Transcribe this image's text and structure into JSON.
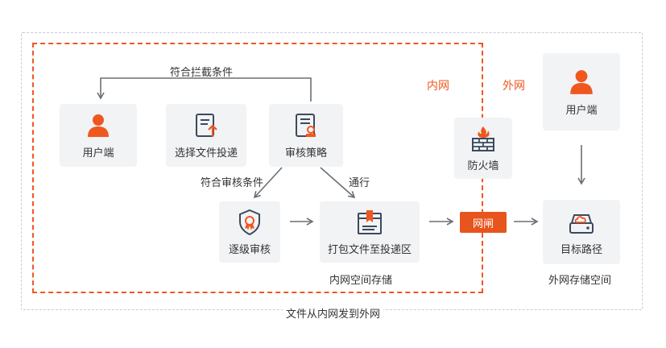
{
  "nodes": {
    "user_inner": "用户端",
    "select_file": "选择文件投递",
    "audit_policy": "审核策略",
    "firewall": "防火墙",
    "user_outer": "用户端",
    "level_audit": "逐级审核",
    "package_file": "打包文件至投递区",
    "target_path": "目标路径"
  },
  "edges": {
    "intercept_label": "符合拦截条件",
    "audit_label": "符合审核条件",
    "pass_label": "通行"
  },
  "zones": {
    "intranet": "内网",
    "extranet": "外网",
    "intranet_storage": "内网空间存储",
    "extranet_storage": "外网存储空间"
  },
  "gateway_label": "网闸",
  "caption": "文件从内网发到外网",
  "colors": {
    "accent": "#f0571f",
    "icon_dark": "#3b4a5e",
    "node_bg": "#f2f3f5",
    "arrow": "#6b6f75"
  },
  "icons": {
    "user_inner": "user-icon",
    "select_file": "file-upload-icon",
    "audit_policy": "document-stamp-icon",
    "firewall": "firewall-icon",
    "user_outer": "user-icon",
    "level_audit": "shield-badge-icon",
    "package_file": "package-icon",
    "target_path": "cloud-storage-icon"
  }
}
